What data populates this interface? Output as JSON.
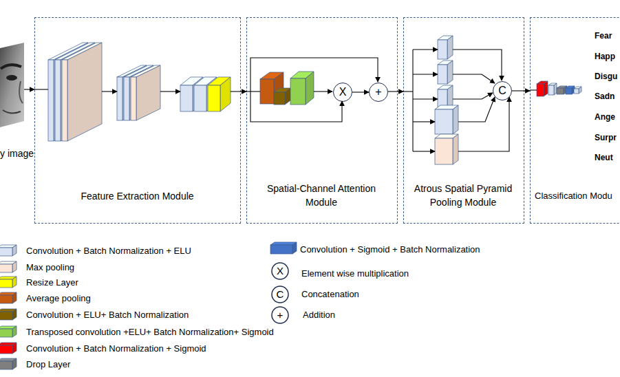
{
  "diagram": {
    "nodes": [
      {
        "text": [
          "y image"
        ]
      },
      {
        "text": [
          "Feature Extraction Module"
        ]
      },
      {
        "text": [
          "Spatial-Channel Attention Module"
        ]
      },
      {
        "text": [
          "X"
        ],
        "in": 2
      },
      {
        "text": [
          "+"
        ],
        "in": 2
      },
      {
        "text": [
          "Atrous Spatial Pyramid Pooling Module"
        ]
      },
      {
        "text": [
          "C"
        ],
        "in": 5
      },
      {
        "text": [
          "Classification Modu"
        ]
      }
    ],
    "edges": [
      {
        "from": 0,
        "to": 1,
        "arrow": "to"
      },
      {
        "from": 1,
        "to": 2,
        "arrow": "to"
      },
      {
        "from": 3,
        "to": 4,
        "arrow": "to"
      },
      {
        "from": 4,
        "to": 5,
        "arrow": "to"
      },
      {
        "from": 6,
        "to": 7,
        "arrow": "to"
      }
    ],
    "labels": [
      "Fear",
      "Happ",
      "Disgu",
      "Sadn",
      "Ange",
      "Surpr",
      "Neut",
      "X",
      "C",
      "+"
    ],
    "legend": [
      {
        "text": "Convolution + Batch Normalization + ELU",
        "color": "#dae3f3"
      },
      {
        "text": "Max pooling",
        "color": "#fbe5d6"
      },
      {
        "text": "Resize Layer",
        "color": "#ffff00"
      },
      {
        "text": "Average pooling",
        "color": "#c55a11"
      },
      {
        "text": "Convolution + ELU+ Batch Normalization",
        "color": "#806000"
      },
      {
        "text": "Transposed convolution +ELU+ Batch Normalization+ Sigmoid",
        "color": "#92d050"
      },
      {
        "text": "Convolution + Batch Normalization + Sigmoid",
        "color": "#ff0000"
      },
      {
        "text": "Drop Layer",
        "color": "#7f7f7f"
      },
      {
        "text": "Convolution + Sigmoid + Batch Normalization",
        "color": "#4472c4"
      },
      {
        "text": "Element wise multiplication"
      },
      {
        "text": "Concatenation"
      },
      {
        "text": "Addition"
      }
    ]
  }
}
